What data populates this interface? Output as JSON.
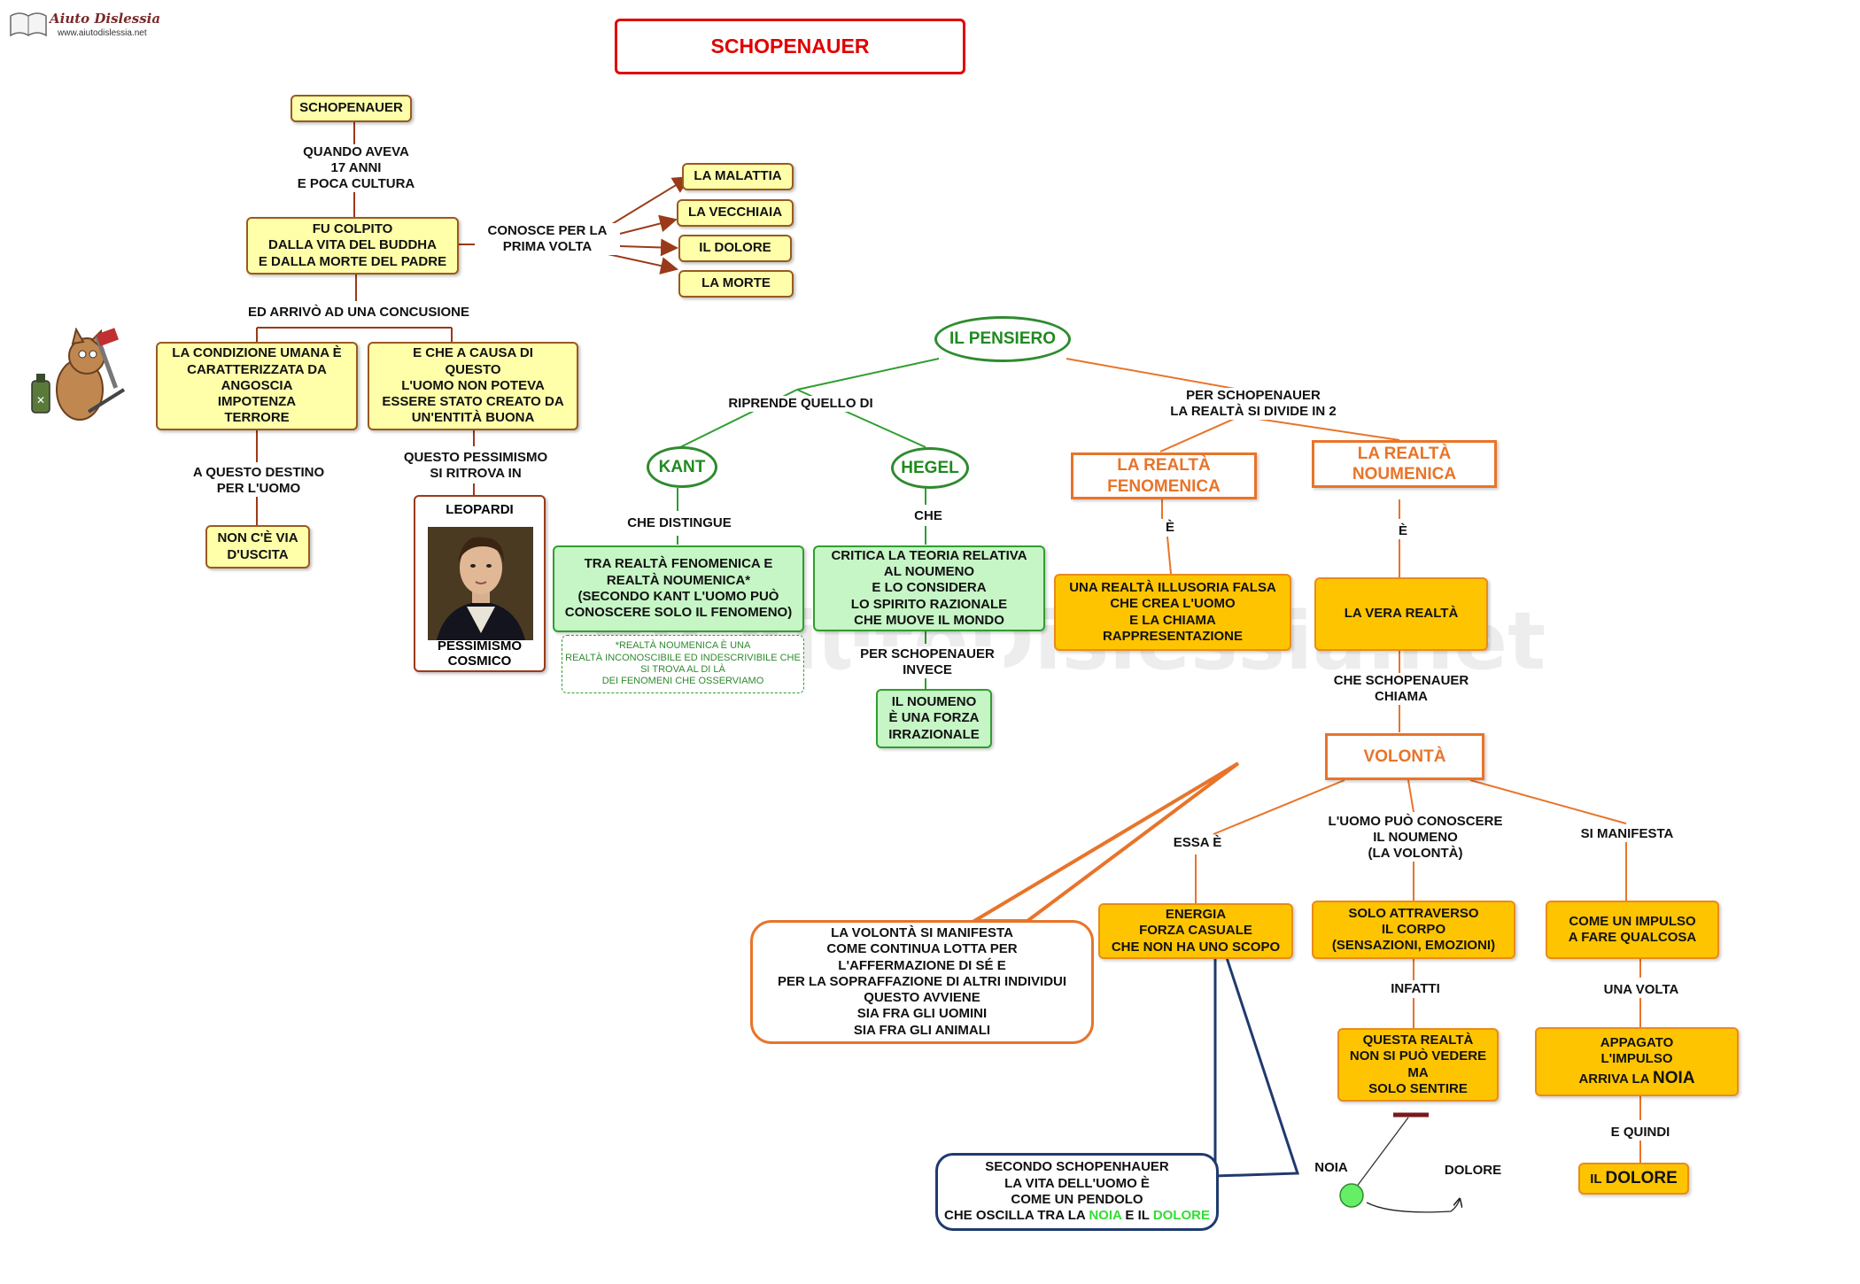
{
  "header": {
    "logo_text": "Aiuto Dislessia",
    "logo_url": "www.aiutodislessia.net",
    "title": "SCHOPENAUER"
  },
  "watermark": "By AiutoDislessia.net",
  "left": {
    "root": "SCHOPENAUER",
    "l_age": "QUANDO AVEVA\n17 ANNI\nE POCA CULTURA",
    "struck": "FU COLPITO\nDALLA VITA DEL BUDDHA\nE DALLA MORTE DEL PADRE",
    "l_knows": "CONOSCE PER LA\nPRIMA VOLTA",
    "items": [
      "LA MALATTIA",
      "LA VECCHIAIA",
      "IL DOLORE",
      "LA MORTE"
    ],
    "l_concl": "ED ARRIVÒ AD UNA CONCUSIONE",
    "cond": "LA CONDIZIONE UMANA È\nCARATTERIZZATA DA\nANGOSCIA\nIMPOTENZA\nTERRORE",
    "cause": "E CHE A CAUSA DI\nQUESTO\nL'UOMO NON POTEVA\nESSERE STATO CREATO DA\nUN'ENTITÀ BUONA",
    "l_fate": "A QUESTO DESTINO\nPER L'UOMO",
    "noexit": "NON C'È VIA\nD'USCITA",
    "l_pess": "QUESTO PESSIMISMO\nSI RITROVA IN",
    "leopardi_title": "LEOPARDI",
    "leopardi_caption": "PESSIMISMO\nCOSMICO"
  },
  "center": {
    "pensiero": "IL PENSIERO",
    "l_riprende": "RIPRENDE QUELLO DI",
    "kant": "KANT",
    "hegel": "HEGEL",
    "l_distingue": "CHE DISTINGUE",
    "kant_box": "TRA REALTÀ FENOMENICA E\nREALTÀ NOUMENICA*\n(SECONDO KANT L'UOMO PUÒ\nCONOSCERE SOLO IL FENOMENO)",
    "kant_note": "*REALTÀ NOUMENICA È UNA\nREALTÀ INCONOSCIBILE ED INDESCRIVIBILE CHE\nSI TROVA AL DI LÀ\nDEI FENOMENI CHE OSSERVIAMO",
    "l_che": "CHE",
    "hegel_box": "CRITICA LA TEORIA RELATIVA\nAL NOUMENO\nE LO CONSIDERA\nLO SPIRITO RAZIONALE\nCHE MUOVE IL MONDO",
    "l_invece": "PER  SCHOPENAUER\nINVECE",
    "noumeno_box": "IL NOUMENO\nÈ UNA FORZA\nIRRAZIONALE"
  },
  "right": {
    "l_divide": "PER  SCHOPENAUER\nLA REALTÀ SI DIVIDE IN 2",
    "fenomenica": "LA REALTÀ\nFENOMENICA",
    "noumenica": "LA REALTÀ\nNOUMENICA",
    "e1": "È",
    "e2": "È",
    "illusoria": "UNA REALTÀ ILLUSORIA FALSA\nCHE CREA L'UOMO\nE LA CHIAMA\nRAPPRESENTAZIONE",
    "vera": "LA VERA REALTÀ",
    "l_chiama": "CHE SCHOPENAUER\nCHIAMA",
    "volonta": "VOLONTÀ",
    "l_essa": "ESSA È",
    "l_conoscere": "L'UOMO PUÒ CONOSCERE\nIL NOUMENO\n(LA VOLONTÀ)",
    "l_manifesta": "SI MANIFESTA",
    "energia": "ENERGIA\nFORZA CASUALE\nCHE NON HA UNO SCOPO",
    "corpo": "SOLO ATTRAVERSO\nIL CORPO\n(SENSAZIONI, EMOZIONI)",
    "impulso": "COME UN  IMPULSO\nA FARE QUALCOSA",
    "l_infatti": "INFATTI",
    "l_unavolta": "UNA VOLTA",
    "sentire": "QUESTA REALTÀ\nNON SI PUÒ VEDERE\nMA\nSOLO SENTIRE",
    "noia_pre": "APPAGATO\nL'IMPULSO\nARRIVA LA ",
    "noia_word": "NOIA",
    "l_quindi": "E QUINDI",
    "dolore_pre": "IL ",
    "dolore_word": "DOLORE",
    "callout": "LA VOLONTÀ SI MANIFESTA\nCOME CONTINUA LOTTA PER\nL'AFFERMAZIONE DI SÉ E\nPER LA SOPRAFFAZIONE DI ALTRI INDIVIDUI\nQUESTO AVVIENE\nSIA FRA GLI UOMINI\nSIA FRA GLI ANIMALI",
    "pendolo": "SECONDO SCHOPENHAUER\nLA VITA DELL'UOMO È\nCOME UN PENDOLO\nCHE OSCILLA TRA LA ",
    "p_noia": "NOIA",
    "p_e": " E IL ",
    "p_dolore": "DOLORE",
    "noia_lbl": "NOIA",
    "dolore_lbl": "DOLORE"
  },
  "colors": {
    "title_red": "#e00000",
    "green": "#2f9e2f",
    "orange": "#e8742a",
    "brown": "#9a3a1a",
    "gold": "#ffc400",
    "bright_green": "#33dd33",
    "navy": "#1f3a6e"
  }
}
